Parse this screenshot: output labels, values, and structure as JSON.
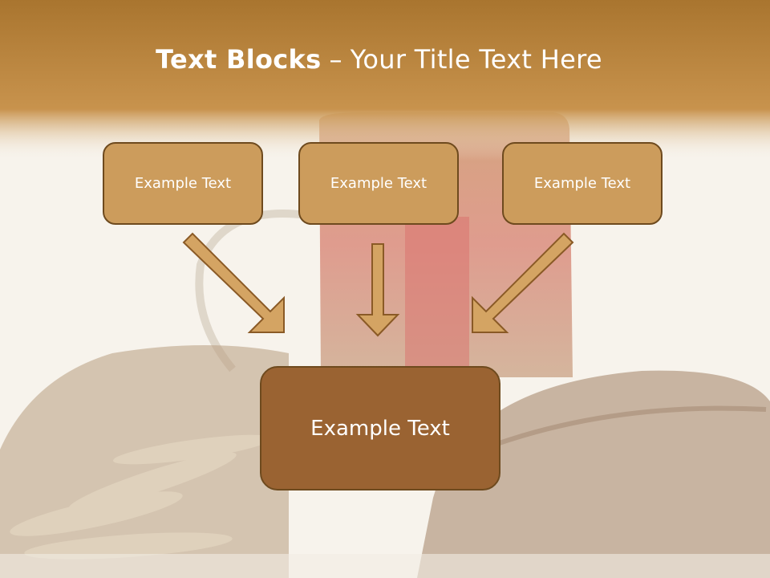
{
  "slide": {
    "title_bold": "Text Blocks",
    "title_separator": "–",
    "title_rest": "Your Title Text Here"
  },
  "blocks": [
    {
      "label": "Example Text"
    },
    {
      "label": "Example Text"
    },
    {
      "label": "Example Text"
    }
  ],
  "center_block": {
    "label": "Example Text"
  },
  "colors": {
    "header": "#b8843f",
    "block": "#cc9c5c",
    "center_block": "#9a6332",
    "border": "#6e4a1e",
    "arrow": "#d4a463"
  }
}
